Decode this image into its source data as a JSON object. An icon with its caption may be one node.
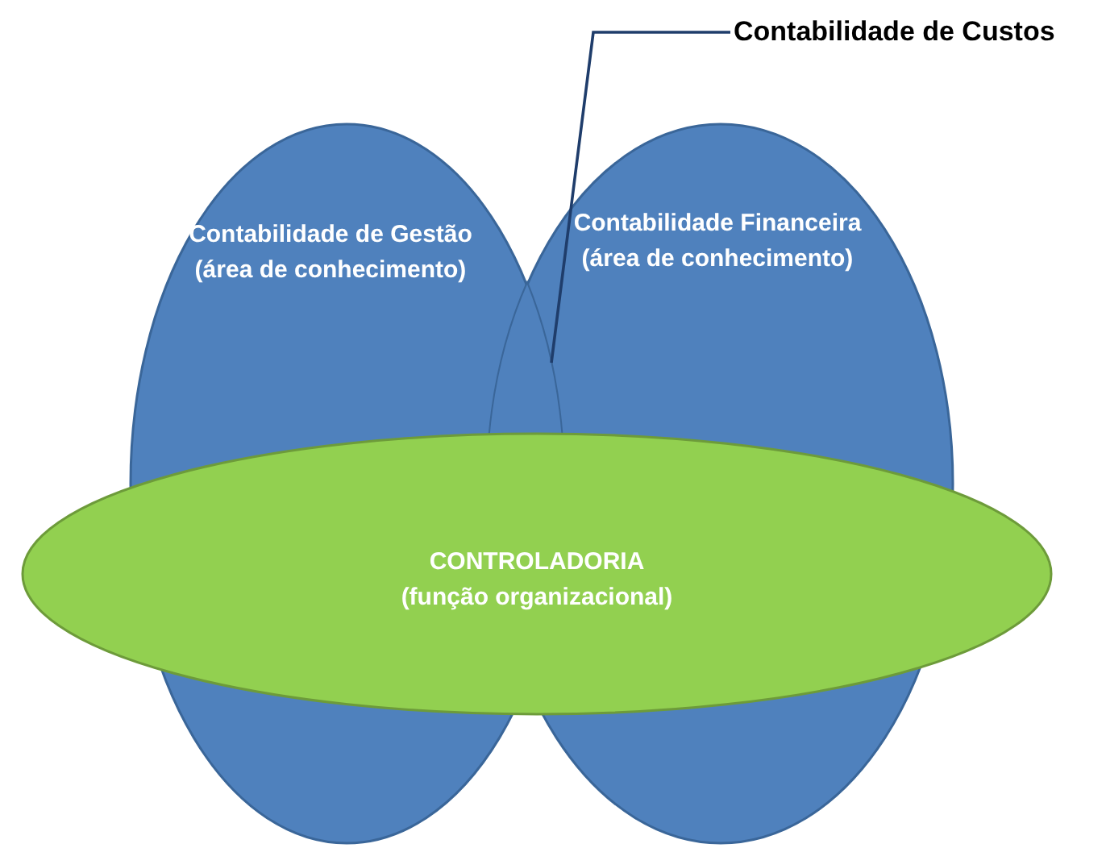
{
  "diagram": {
    "nodes": [
      {
        "text": [
          "Contabilidade de Gestão",
          "(área de conhecimento)"
        ]
      },
      {
        "text": [
          "Contabilidade Financeira",
          "(área de conhecimento)"
        ]
      },
      {
        "text": [
          "CONTROLADORIA",
          "(função organizacional)"
        ]
      },
      {
        "text": [
          "Contabilidade de Custos"
        ]
      },
      {
        "text": [],
        "shape": "lens"
      }
    ],
    "edges": [
      {
        "from": 3,
        "to": 4,
        "arrow": "none"
      }
    ]
  }
}
